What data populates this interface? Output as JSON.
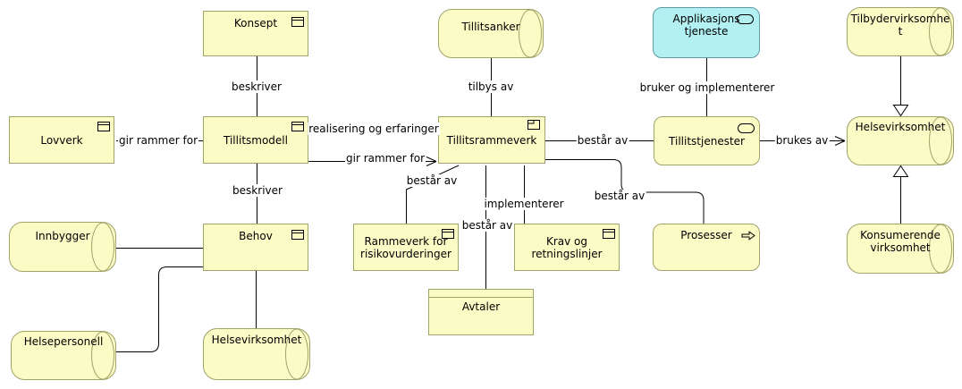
{
  "colors": {
    "business_fill": "#fbfbc6",
    "business_border": "#a2a26b",
    "application_fill": "#b2f0f2",
    "application_border": "#5e99a5",
    "connector": "#000000",
    "generalization_arrow_fill": "#ffffff",
    "canvas": "#ffffff",
    "text": "#000000"
  },
  "nodes": {
    "konsept": {
      "label": "Konsept",
      "shape": "rectangle",
      "icon": "business-object"
    },
    "tillitsanker": {
      "label": "Tillitsanker",
      "shape": "cylinder",
      "icon": "none"
    },
    "applikasjonstjeneste": {
      "label": "Applikasjons\ntjeneste",
      "shape": "rounded-rectangle",
      "icon": "service"
    },
    "tilbydervirksomhet": {
      "label": "Tilbydervirksomhe\nt",
      "shape": "cylinder",
      "icon": "none"
    },
    "lovverk": {
      "label": "Lovverk",
      "shape": "rectangle",
      "icon": "business-object"
    },
    "tillitsmodell": {
      "label": "Tillitsmodell",
      "shape": "rectangle",
      "icon": "business-object"
    },
    "tillitsrammeverk": {
      "label": "Tillitsrammeverk",
      "shape": "rectangle",
      "icon": "product"
    },
    "tillitstjenester": {
      "label": "Tillitstjenester",
      "shape": "rounded-rectangle",
      "icon": "service"
    },
    "helsevirksomhet_hoyre": {
      "label": "Helsevirksomhet",
      "shape": "cylinder",
      "icon": "none"
    },
    "innbygger": {
      "label": "Innbygger",
      "shape": "cylinder",
      "icon": "none"
    },
    "behov": {
      "label": "Behov",
      "shape": "rectangle",
      "icon": "business-object"
    },
    "rammeverk_risiko": {
      "label": "Rammeverk for\nrisikovurderinger",
      "shape": "rectangle",
      "icon": "business-object"
    },
    "krav_retningslinjer": {
      "label": "Krav og\nretningslinjer",
      "shape": "rectangle",
      "icon": "business-object"
    },
    "prosesser": {
      "label": "Prosesser",
      "shape": "rounded-rectangle",
      "icon": "process"
    },
    "konsumerende": {
      "label": "Konsumerende\nvirksomhet",
      "shape": "cylinder",
      "icon": "none"
    },
    "avtaler": {
      "label": "Avtaler",
      "shape": "rectangle-top-band",
      "icon": "none"
    },
    "helsepersonell": {
      "label": "Helsepersonell",
      "shape": "cylinder",
      "icon": "none"
    },
    "helsevirksomhet_nede": {
      "label": "Helsevirksomhet",
      "shape": "cylinder",
      "icon": "none"
    }
  },
  "labels": {
    "beskriver_konsept": "beskriver",
    "beskriver_behov": "beskriver",
    "gir_rammer_for_lovverk": "gir rammer for",
    "gir_rammer_for_modell": "gir rammer for",
    "realisering_og_erfaringer": "realisering og erfaringer",
    "tilbys_av": "tilbys av",
    "bestar_av_tjenester": "består av",
    "bestar_av_prosesser": "består av",
    "bestar_av_rammeverk": "består av",
    "bestar_av_avtaler": "består av",
    "implementerer": "implementerer",
    "brukes_av": "brukes av",
    "bruker_og_implementerer": "bruker og implementerer"
  }
}
